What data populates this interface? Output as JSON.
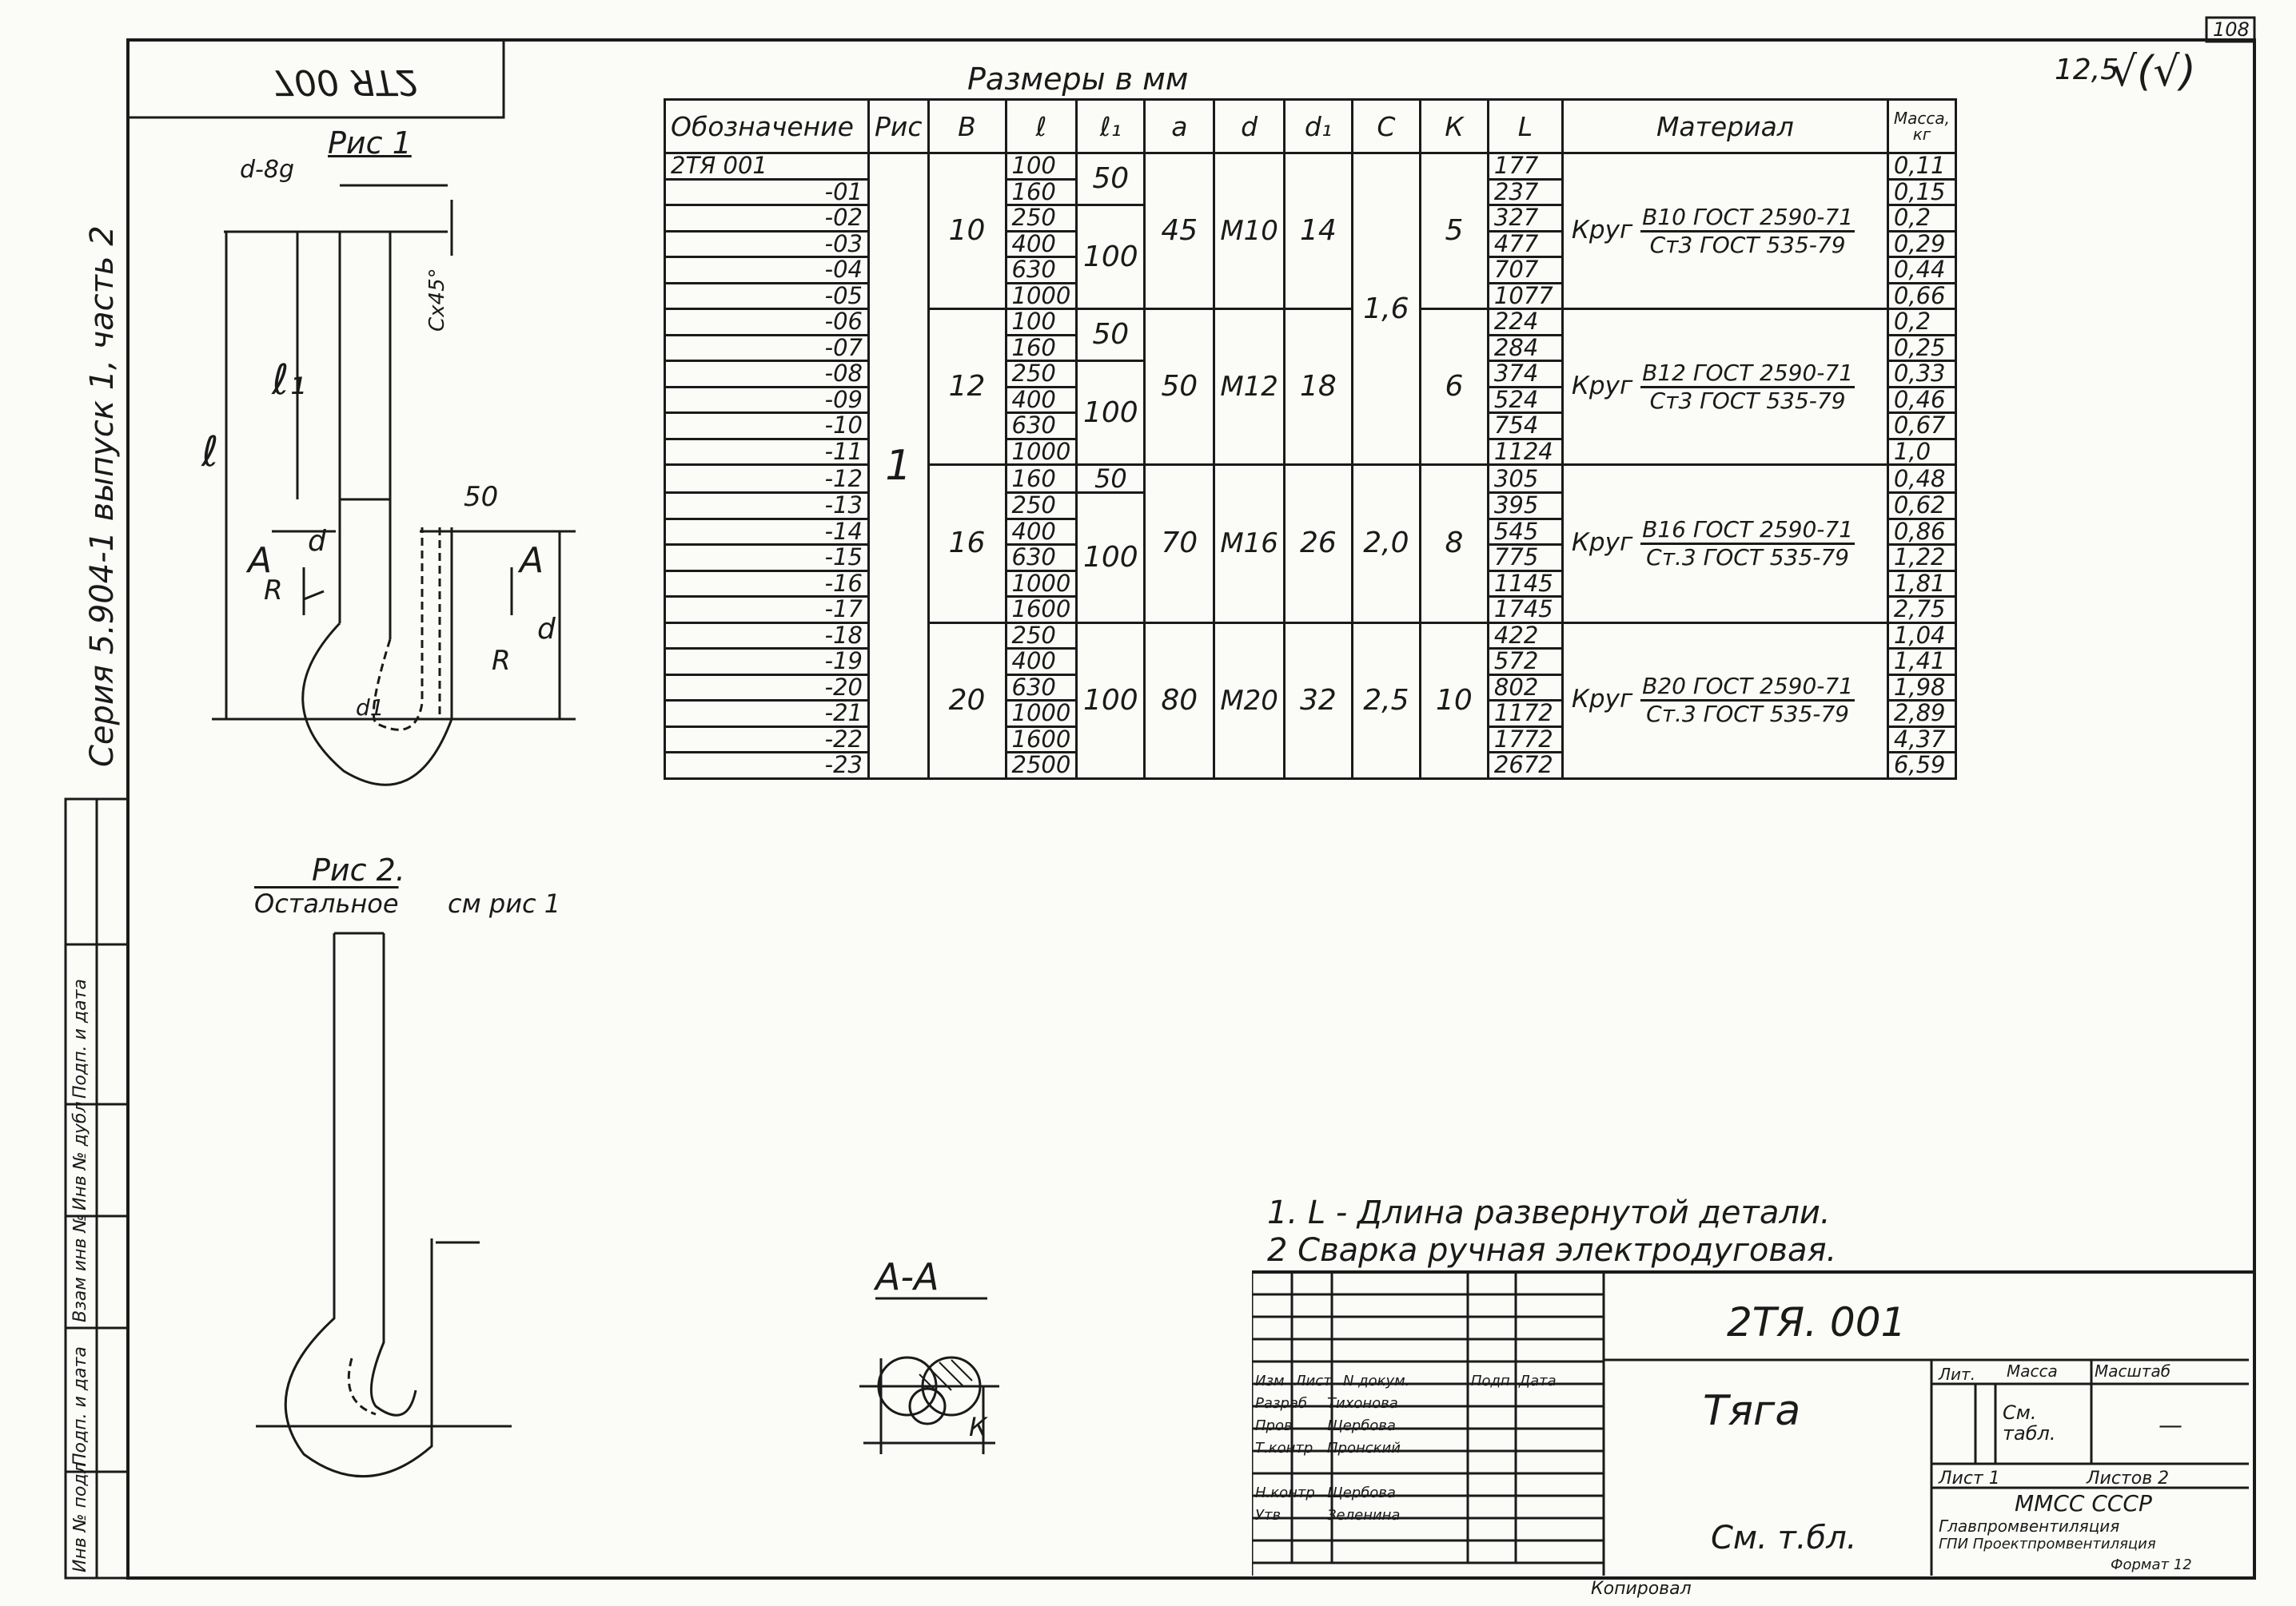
{
  "header": {
    "sheet_number": "108",
    "roughness": "12,5",
    "roughness_symbol": "√(√)",
    "inverted_code": "700 ЯТ2",
    "dimensions_caption": "Размеры в мм"
  },
  "left_margin": {
    "series_text": "Серия 5.904-1 выпуск 1, часть 2",
    "stamp_cells": [
      "Инв № подл",
      "Подп. и дата",
      "Взам инв №",
      "Инв № дубл",
      "Подп. и дата"
    ]
  },
  "figures": {
    "fig1_label": "Рис 1",
    "fig2_label": "Рис 2.",
    "fig2_note_a": "Остальное",
    "fig2_note_b": "см рис 1",
    "section_label": "А-А",
    "dim_d8": "d-8g",
    "dim_cx45": "Cx45°",
    "dim_l": "ℓ",
    "dim_l1": "ℓ₁",
    "dim_a_left": "А",
    "dim_a_right": "А",
    "dim_d_left": "d",
    "dim_d_right": "d",
    "dim_r_left": "R",
    "dim_r_right": "R",
    "dim_d1": "d1",
    "dim_50": "50",
    "dim_k": "К"
  },
  "table": {
    "headers": [
      "Обозначение",
      "Рис",
      "В",
      "ℓ",
      "ℓ₁",
      "а",
      "d",
      "d₁",
      "С",
      "К",
      "L",
      "Материал",
      "Масса, кг"
    ],
    "rows": [
      {
        "des": "2ТЯ 001",
        "l": "100",
        "L": "177",
        "m": "0,11"
      },
      {
        "des": "-01",
        "l": "160",
        "L": "237",
        "m": "0,15"
      },
      {
        "des": "-02",
        "l": "250",
        "L": "327",
        "m": "0,2"
      },
      {
        "des": "-03",
        "l": "400",
        "L": "477",
        "m": "0,29"
      },
      {
        "des": "-04",
        "l": "630",
        "L": "707",
        "m": "0,44"
      },
      {
        "des": "-05",
        "l": "1000",
        "L": "1077",
        "m": "0,66"
      },
      {
        "des": "-06",
        "l": "100",
        "L": "224",
        "m": "0,2"
      },
      {
        "des": "-07",
        "l": "160",
        "L": "284",
        "m": "0,25"
      },
      {
        "des": "-08",
        "l": "250",
        "L": "374",
        "m": "0,33"
      },
      {
        "des": "-09",
        "l": "400",
        "L": "524",
        "m": "0,46"
      },
      {
        "des": "-10",
        "l": "630",
        "L": "754",
        "m": "0,67"
      },
      {
        "des": "-11",
        "l": "1000",
        "L": "1124",
        "m": "1,0"
      },
      {
        "des": "-12",
        "l": "160",
        "L": "305",
        "m": "0,48"
      },
      {
        "des": "-13",
        "l": "250",
        "L": "395",
        "m": "0,62"
      },
      {
        "des": "-14",
        "l": "400",
        "L": "545",
        "m": "0,86"
      },
      {
        "des": "-15",
        "l": "630",
        "L": "775",
        "m": "1,22"
      },
      {
        "des": "-16",
        "l": "1000",
        "L": "1145",
        "m": "1,81"
      },
      {
        "des": "-17",
        "l": "1600",
        "L": "1745",
        "m": "2,75"
      },
      {
        "des": "-18",
        "l": "250",
        "L": "422",
        "m": "1,04"
      },
      {
        "des": "-19",
        "l": "400",
        "L": "572",
        "m": "1,41"
      },
      {
        "des": "-20",
        "l": "630",
        "L": "802",
        "m": "1,98"
      },
      {
        "des": "-21",
        "l": "1000",
        "L": "1172",
        "m": "2,89"
      },
      {
        "des": "-22",
        "l": "1600",
        "L": "1772",
        "m": "4,37"
      },
      {
        "des": "-23",
        "l": "2500",
        "L": "2672",
        "m": "6,59"
      }
    ],
    "fig": "1",
    "c_top": "1,6",
    "groups": [
      {
        "B": "10",
        "l1_a": "50",
        "l1_b": "100",
        "a": "45",
        "d": "М10",
        "d1": "14",
        "K": "5",
        "mat_num": "В10 ГОСТ 2590-71",
        "mat_den": "Ст3 ГОСТ 535-79",
        "mat_prefix": "Круг"
      },
      {
        "B": "12",
        "l1_a": "50",
        "l1_b": "100",
        "a": "50",
        "d": "М12",
        "d1": "18",
        "K": "6",
        "mat_num": "В12 ГОСТ 2590-71",
        "mat_den": "Ст3 ГОСТ 535-79",
        "mat_prefix": "Круг"
      },
      {
        "B": "16",
        "l1_a": "50",
        "l1_b": "100",
        "a": "70",
        "d": "М16",
        "d1": "26",
        "C": "2,0",
        "K": "8",
        "mat_num": "В16 ГОСТ 2590-71",
        "mat_den": "Ст.3 ГОСТ 535-79",
        "mat_prefix": "Круг"
      },
      {
        "B": "20",
        "l1_b": "100",
        "a": "80",
        "d": "М20",
        "d1": "32",
        "C": "2,5",
        "K": "10",
        "mat_num": "В20 ГОСТ 2590-71",
        "mat_den": "Ст.3 ГОСТ 535-79",
        "mat_prefix": "Круг"
      }
    ]
  },
  "notes": {
    "n1": "1. L - Длина развернутой детали.",
    "n2": "2 Сварка ручная электродуговая."
  },
  "title_block": {
    "doc_code": "2ТЯ. 001",
    "name": "Тяга",
    "material": "См. т.бл.",
    "lit_label": "Лит.",
    "mass_label": "Масса",
    "scale_label": "Масштаб",
    "mass_value": "См. табл.",
    "scale_value": "—",
    "sheet_label": "Лист 1",
    "sheets_label": "Листов 2",
    "org": "ММСС СССР",
    "org2": "Главпромвентиляция",
    "org3": "ГПИ Проектпромвентиляция",
    "format": "Формат 12",
    "copied": "Копировал",
    "header_cells": [
      "Изм",
      "Лист",
      "N докум.",
      "Подп",
      "Дата"
    ],
    "roles": [
      {
        "role": "Разраб",
        "name": "Тихонова"
      },
      {
        "role": "Пров",
        "name": "Щербова"
      },
      {
        "role": "Т.контр",
        "name": "Пронский"
      },
      {
        "role": "",
        "name": ""
      },
      {
        "role": "Н.контр",
        "name": "Щербова"
      },
      {
        "role": "Утв",
        "name": "Зеленина"
      }
    ]
  }
}
